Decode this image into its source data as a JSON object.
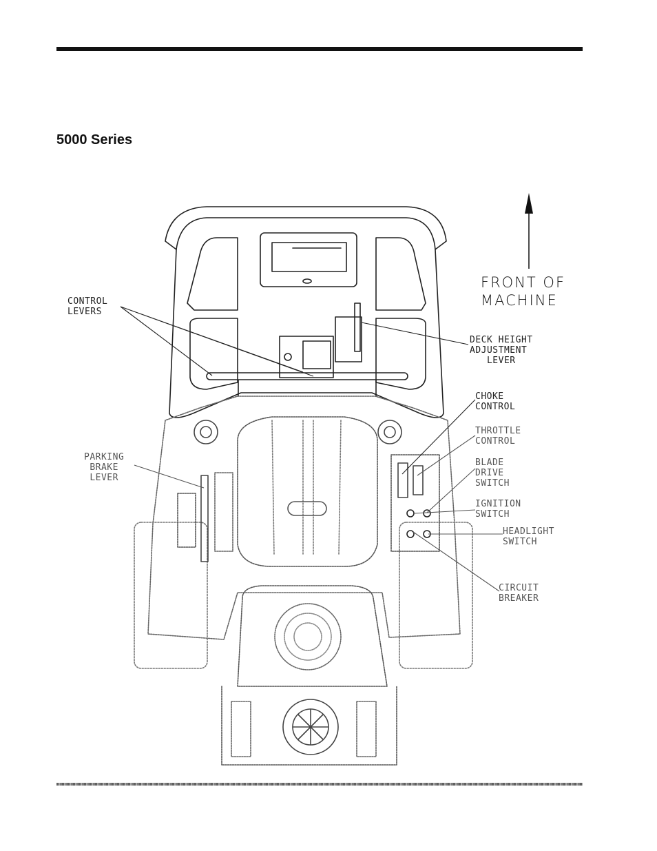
{
  "page": {
    "title": "5000 Series"
  },
  "diagram": {
    "front_label_line1": "FRONT OF",
    "front_label_line2": "MACHINE",
    "labels": {
      "control_levers": "CONTROL\nLEVERS",
      "deck_height": "DECK HEIGHT\nADJUSTMENT\n   LEVER",
      "choke": "CHOKE\nCONTROL",
      "throttle": "THROTTLE\nCONTROL",
      "blade_drive": "BLADE\nDRIVE\nSWITCH",
      "ignition": "IGNITION\nSWITCH",
      "headlight": "HEADLIGHT\nSWITCH",
      "circuit_breaker": "CIRCUIT\nBREAKER",
      "parking_brake": "PARKING\n BRAKE\n LEVER"
    }
  }
}
